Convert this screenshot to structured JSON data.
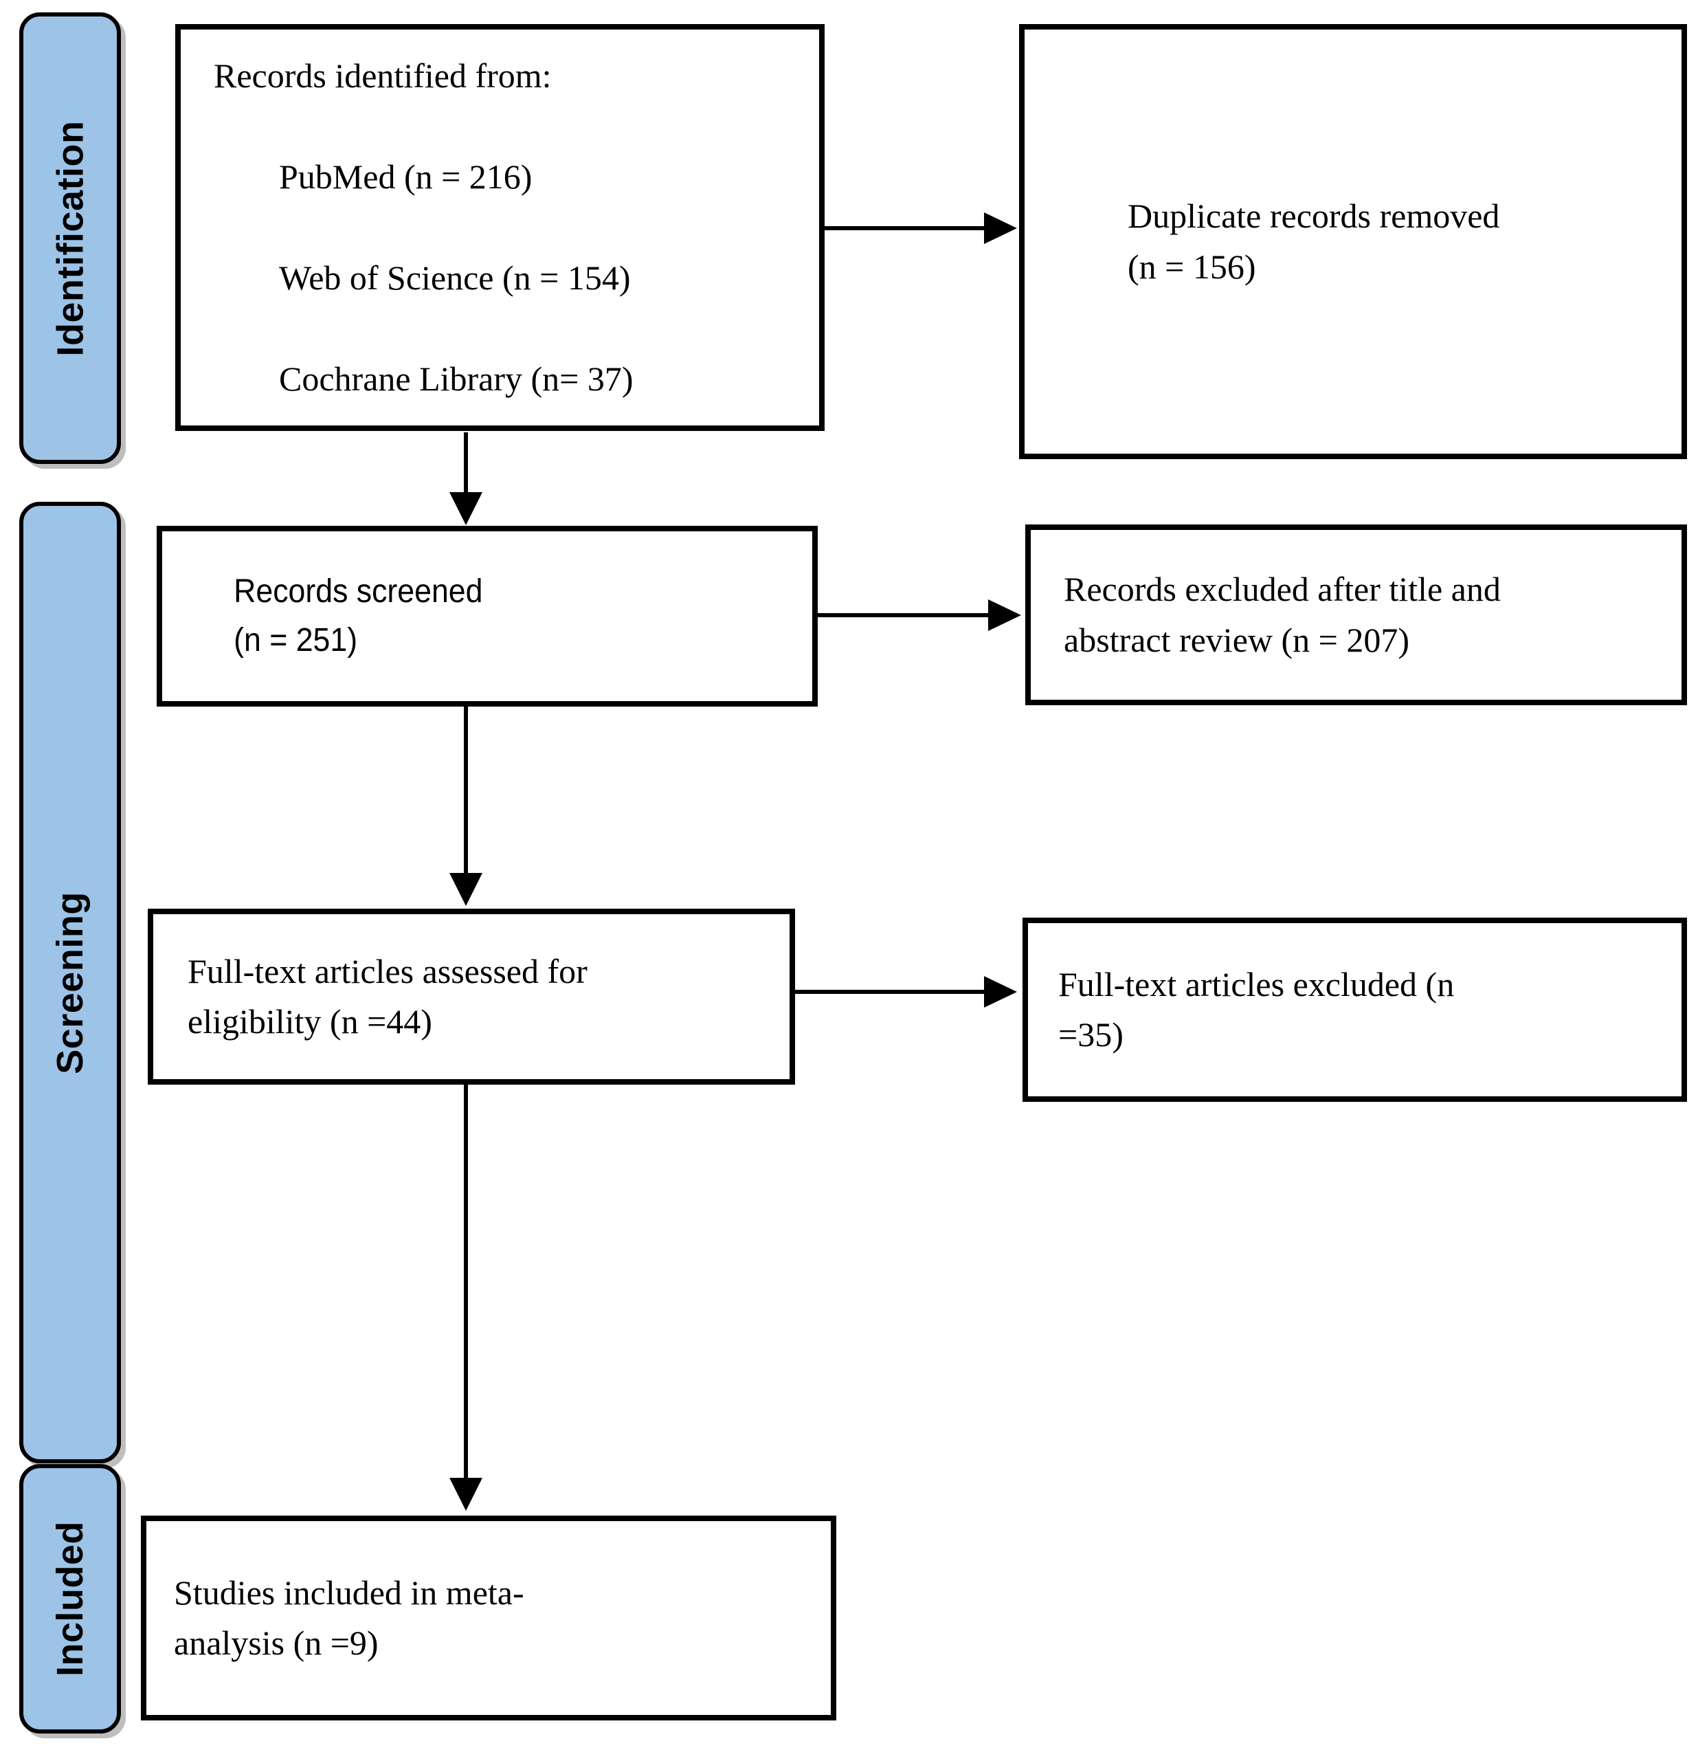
{
  "diagram": {
    "kind": "prisma-flow-diagram",
    "background_color": "#ffffff",
    "stage_fill_color": "#9DC3E6",
    "stage_border_color": "#000000",
    "box_border_color": "#000000",
    "arrow_color": "#000000"
  },
  "stages": [
    {
      "label": "Identification"
    },
    {
      "label": "Screening"
    },
    {
      "label": "Included"
    }
  ],
  "boxes": {
    "records_identified": {
      "title": "Records identified from:",
      "sources": [
        "PubMed (n = 216)",
        "Web of Science (n = 154)",
        "Cochrane Library (n= 37)"
      ]
    },
    "duplicates_removed": {
      "text": "Duplicate records removed\n(n = 156)"
    },
    "records_screened": {
      "text": "Records screened\n(n = 251)"
    },
    "records_excluded": {
      "text": "Records excluded after title and\nabstract review (n = 207)"
    },
    "fulltext_assessed": {
      "text": "Full-text articles assessed for\neligibility (n =44)"
    },
    "fulltext_excluded": {
      "text": "Full-text articles excluded (n\n=35)"
    },
    "studies_included": {
      "text": "Studies included in meta-\nanalysis (n =9)"
    }
  }
}
